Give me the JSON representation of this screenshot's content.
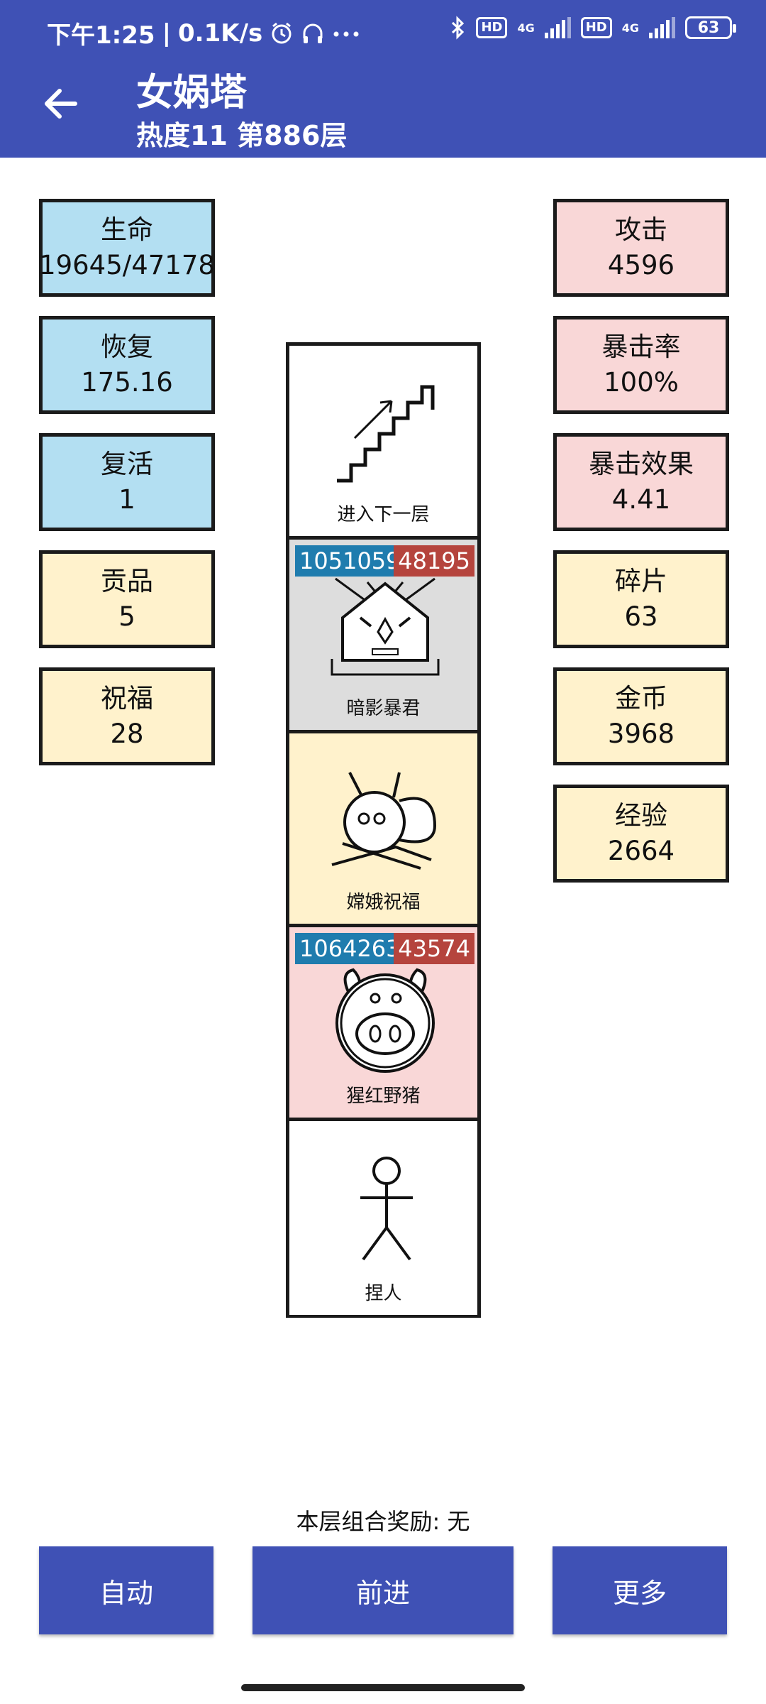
{
  "status_bar": {
    "time": "下午1:25",
    "speed": "0.1K/s",
    "hd1": "HD",
    "net1": "4G",
    "hd2": "HD",
    "net2": "4G",
    "battery": "63",
    "icons": [
      "alarm-icon",
      "headset-icon",
      "more-icon",
      "bluetooth-icon"
    ]
  },
  "header": {
    "title": "女娲塔",
    "subtitle": "热度11 第886层",
    "back_icon": "arrow-left-icon"
  },
  "left_stats": [
    {
      "label": "生命",
      "value": "19645/47178",
      "color": "#b3dff2"
    },
    {
      "label": "恢复",
      "value": "175.16",
      "color": "#b3dff2"
    },
    {
      "label": "复活",
      "value": "1",
      "color": "#b3dff2"
    },
    {
      "label": "贡品",
      "value": "5",
      "color": "#fff2cc"
    },
    {
      "label": "祝福",
      "value": "28",
      "color": "#fff2cc"
    }
  ],
  "right_stats": [
    {
      "label": "攻击",
      "value": "4596",
      "color": "#f9d7d7"
    },
    {
      "label": "暴击率",
      "value": "100%",
      "color": "#f9d7d7"
    },
    {
      "label": "暴击效果",
      "value": "4.41",
      "color": "#f9d7d7"
    },
    {
      "label": "碎片",
      "value": "63",
      "color": "#fff2cc"
    },
    {
      "label": "金币",
      "value": "3968",
      "color": "#fff2cc"
    },
    {
      "label": "经验",
      "value": "2664",
      "color": "#fff2cc"
    }
  ],
  "tower": [
    {
      "label": "进入下一层",
      "icon": "stairs-icon",
      "bg": "#ffffff"
    },
    {
      "label": "暗影暴君",
      "icon": "shadow-tyrant-icon",
      "bg": "#dddddd",
      "hp": "1051059",
      "atk": "48195"
    },
    {
      "label": "嫦娥祝福",
      "icon": "rabbit-icon",
      "bg": "#fff2cc"
    },
    {
      "label": "猩红野猪",
      "icon": "boar-icon",
      "bg": "#f9d7d7",
      "hp": "1064263",
      "atk": "43574"
    },
    {
      "label": "捏人",
      "icon": "stick-figure-icon",
      "bg": "#ffffff"
    }
  ],
  "reward_text": "本层组合奖励: 无",
  "buttons": {
    "auto": "自动",
    "forward": "前进",
    "more": "更多"
  },
  "colors": {
    "primary": "#3f51b5",
    "hp_badge": "#1f7cae",
    "atk_badge": "#b5443d"
  }
}
